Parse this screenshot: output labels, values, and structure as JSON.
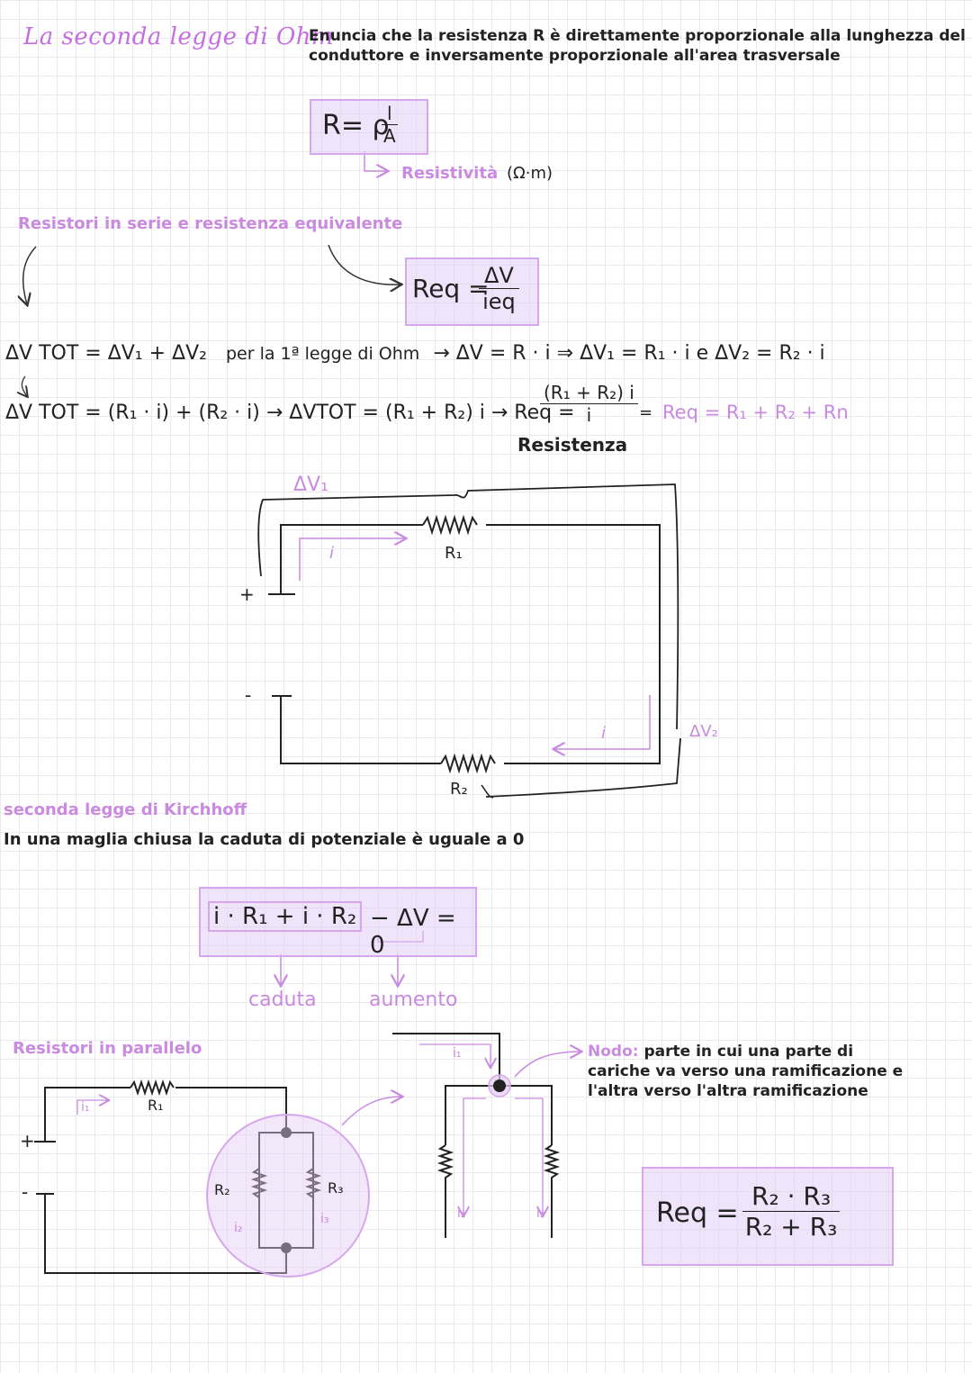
{
  "header": {
    "title": "La seconda legge di Ohm",
    "statement_line1": "Enuncia che la resistenza R è direttamente proporzionale alla lunghezza del",
    "statement_line2": "conduttore e inversamente proporzionale all'area trasversale"
  },
  "ohm2": {
    "formula_left": "R= ρ",
    "formula_num": "l",
    "formula_den": "A",
    "resistivity_label": "Resistività",
    "resistivity_unit": "(Ω·m)"
  },
  "series": {
    "title": "Resistori in serie e resistenza equivalente",
    "req_left": "Req =",
    "req_num": "ΔV",
    "req_den": "ieq",
    "line1_a": "ΔV TOT = ΔV₁ + ΔV₂",
    "line1_b": "per la 1ª legge di Ohm",
    "line1_c": "→ ΔV = R · i ⇒ ΔV₁ = R₁ · i  e  ΔV₂ = R₂ · i",
    "line2_a": "ΔV TOT = (R₁ · i) + (R₂ · i) → ΔVTOT = (R₁ + R₂) i → Req =",
    "line2_num": "(R₁ + R₂) i",
    "line2_den": "i",
    "line2_eq": "=",
    "line2_result": "Req = R₁ + R₂ + Rn",
    "resistenza_label": "Resistenza",
    "circuit": {
      "dv1": "ΔV₁",
      "dv2": "ΔV₂",
      "r1": "R₁",
      "r2": "R₂",
      "current_top": "i",
      "current_bottom": "i",
      "plus": "+",
      "minus": "-"
    }
  },
  "kirchhoff": {
    "title": "seconda legge di Kirchhoff",
    "statement": "In una maglia chiusa la caduta di potenziale è uguale a 0",
    "formula_boxed": "i · R₁ + i · R₂",
    "formula_rest": "− ΔV = 0",
    "caduta": "caduta",
    "aumento": "aumento"
  },
  "parallel": {
    "title": "Resistori in parallelo",
    "r1": "R₁",
    "r2": "R₂",
    "r3": "R₃",
    "i1": "i₁",
    "i2": "i₂",
    "i3": "i₃",
    "plus": "+",
    "minus": "-",
    "node_title": "Nodo:",
    "node_text1": "parte in cui una parte di",
    "node_text2": "cariche va verso una ramificazione e",
    "node_text3": "l'altra verso l'altra ramificazione",
    "req_left": "Req =",
    "req_num": "R₂ · R₃",
    "req_den": "R₂ + R₃"
  }
}
